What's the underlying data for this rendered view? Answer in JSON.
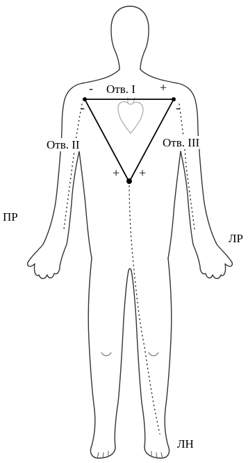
{
  "leads": {
    "lead1": "Отв. I",
    "lead2": "Отв. II",
    "lead3": "Отв. III"
  },
  "limbs": {
    "right_arm": "ПР",
    "left_arm": "ЛР",
    "left_leg": "ЛН"
  },
  "polarity": {
    "lead1_neg": "-",
    "lead1_pos": "+",
    "lead2_neg": "-",
    "lead2_pos": "+",
    "lead3_neg": "-",
    "lead3_pos": "+"
  }
}
